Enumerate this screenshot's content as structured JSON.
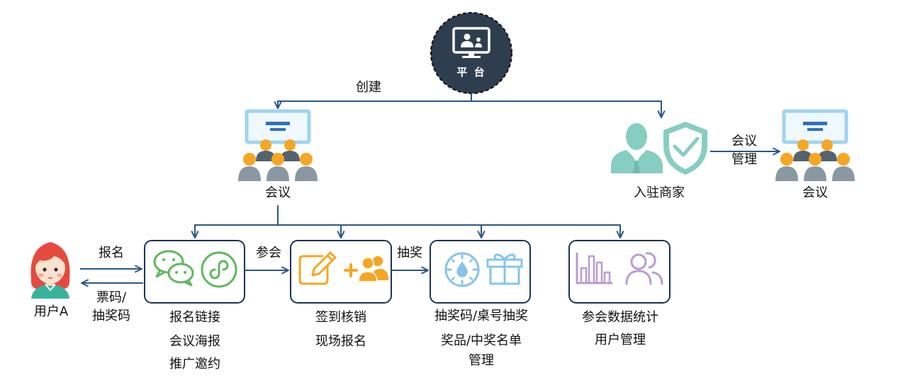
{
  "platform": {
    "label": "平 台",
    "icon": "monitor-presentation-icon"
  },
  "meeting_left": {
    "label": "会议",
    "icon": "meeting-icon"
  },
  "merchant": {
    "label": "入驻商家",
    "icons": [
      "person-icon",
      "shield-check-icon"
    ]
  },
  "meeting_right": {
    "label": "会议",
    "icon": "meeting-icon"
  },
  "user": {
    "label": "用户A",
    "icon": "user-avatar"
  },
  "edges": {
    "create": "创建",
    "management": [
      "会议",
      "管理"
    ],
    "signup": "报名",
    "ticket": [
      "票码/",
      "抽奖码"
    ],
    "attend": "参会",
    "lottery": "抽奖"
  },
  "modules": [
    {
      "icons": [
        "wechat-icon",
        "mini-program-icon"
      ],
      "captions": [
        "报名链接",
        "会议海报",
        "推广邀约"
      ]
    },
    {
      "icons": [
        "edit-icon",
        "add-user-icon"
      ],
      "captions": [
        "签到核销",
        "现场报名"
      ]
    },
    {
      "icons": [
        "lottery-dial-icon",
        "gift-icon"
      ],
      "captions": [
        "抽奖码/桌号抽奖",
        "奖品/中奖名单",
        "管理"
      ]
    },
    {
      "icons": [
        "bar-chart-icon",
        "users-icon"
      ],
      "captions": [
        "参会数据统计",
        "用户管理"
      ]
    }
  ],
  "colors": {
    "connector": "#2a5783",
    "box_border": "#1e3350",
    "platform_fill": "#2e3e4f",
    "wechat_green": "#5cb85c",
    "orange": "#f5a623",
    "light_blue": "#86c5e8",
    "purple": "#b89bd4",
    "teal": "#86cdc2",
    "hair_red": "#e64a3e"
  }
}
